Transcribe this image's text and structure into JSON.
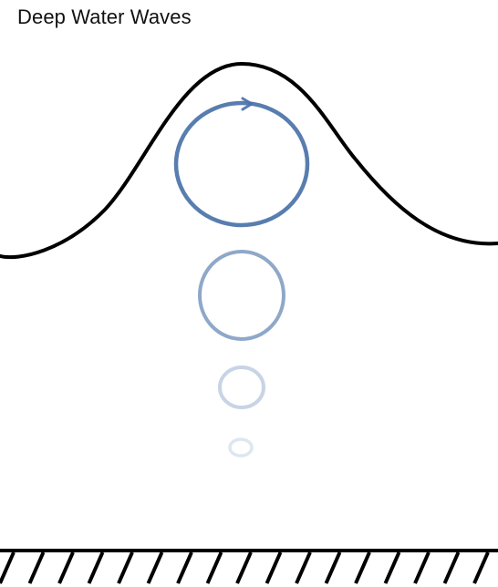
{
  "title": "Deep Water Waves",
  "colors": {
    "wave": "#000000",
    "orbit": "#4a72a8",
    "seabed": "#000000"
  },
  "orbits": [
    {
      "level": 1,
      "opacity": 0.92
    },
    {
      "level": 2,
      "opacity": 0.62
    },
    {
      "level": 3,
      "opacity": 0.3
    },
    {
      "level": 4,
      "opacity": 0.18
    }
  ]
}
